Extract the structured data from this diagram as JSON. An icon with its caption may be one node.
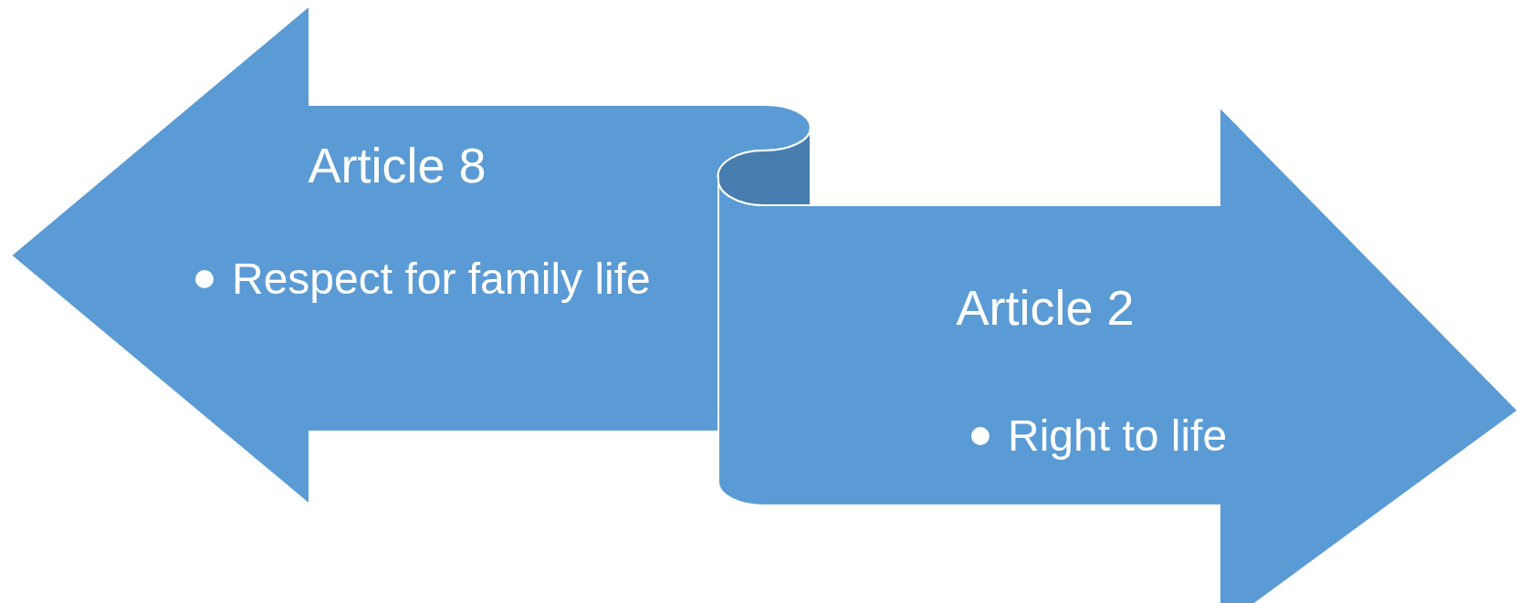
{
  "diagram": {
    "nodes": [
      {
        "text": [
          "Article 8",
          "Respect for family life"
        ]
      },
      {
        "text": [
          "Article 2",
          "Right to life"
        ]
      }
    ]
  }
}
